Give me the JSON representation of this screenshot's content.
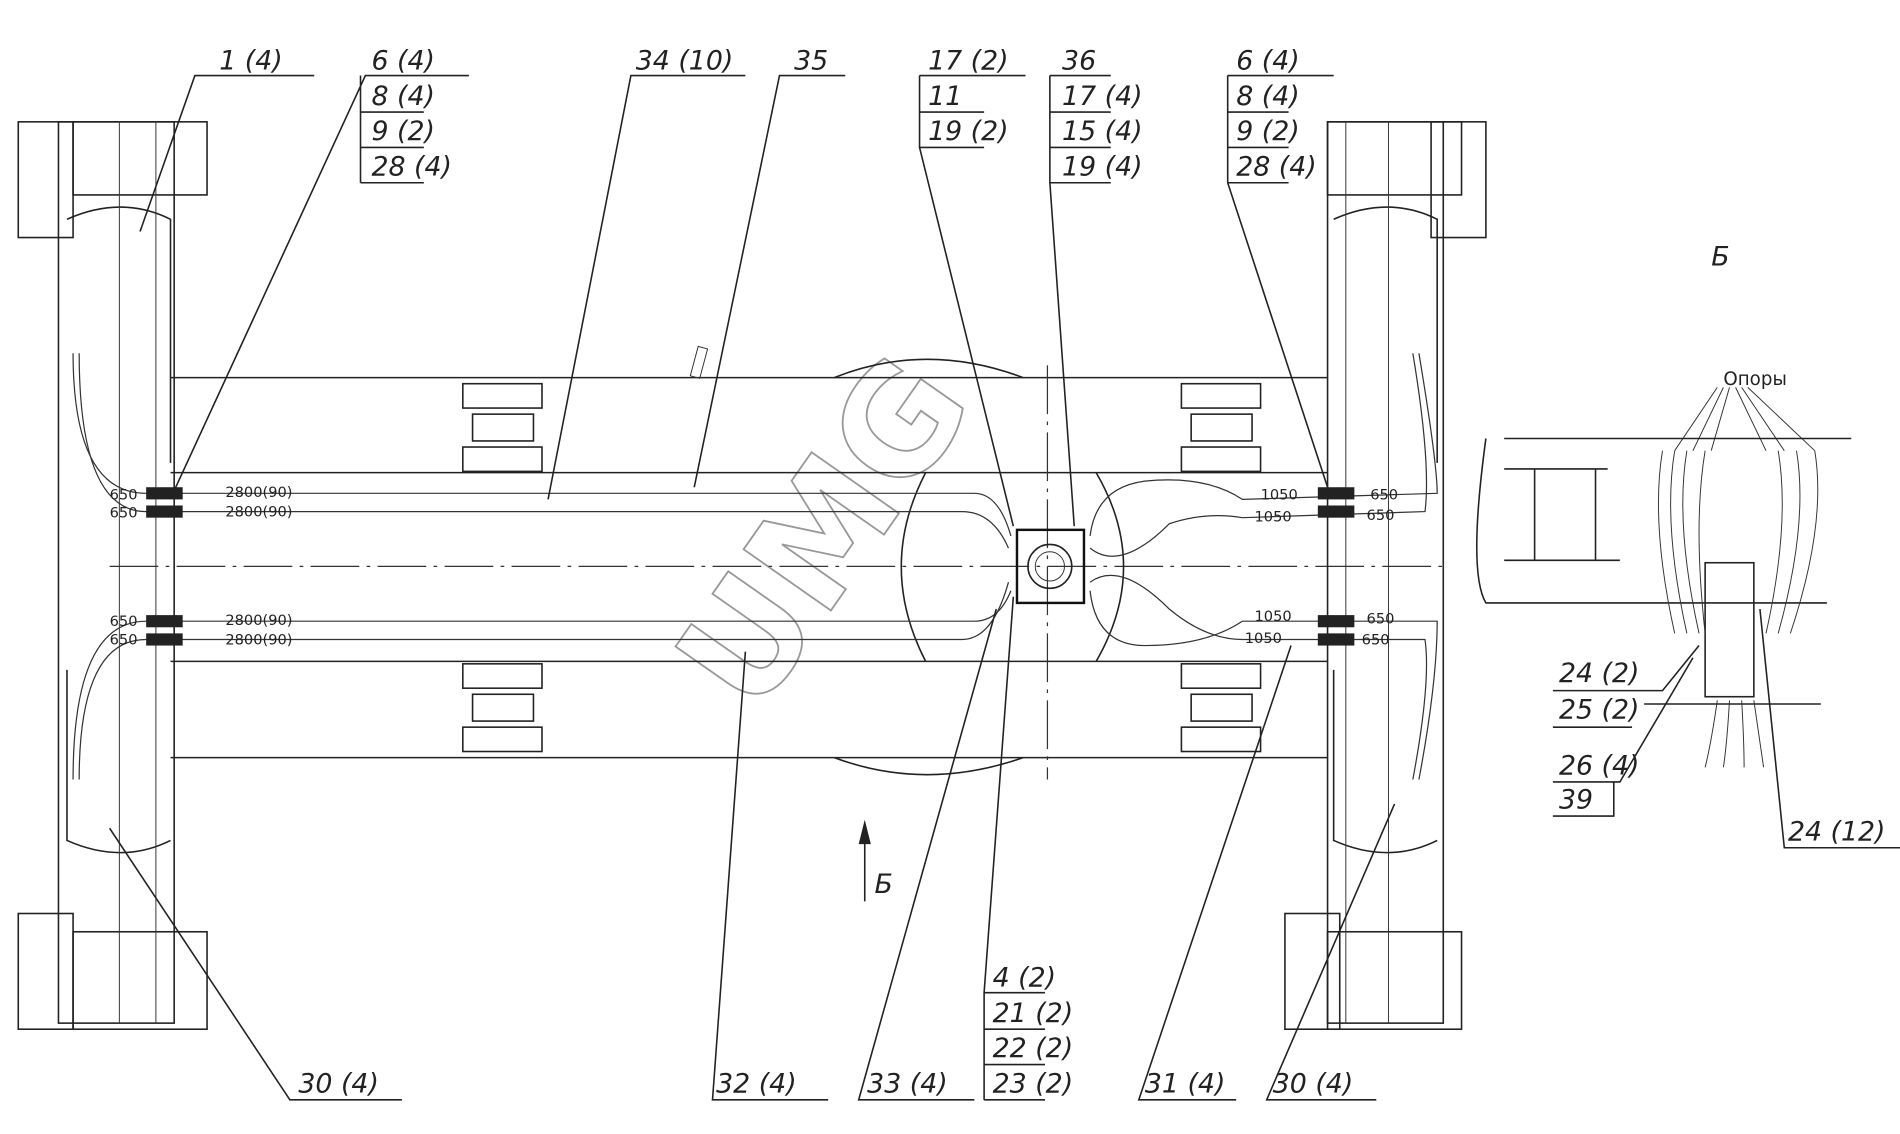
{
  "callouts": {
    "top_left_1": "1  (4)",
    "left_stack": [
      "6  (4)",
      "8  (4)",
      "9  (2)",
      "28 (4)"
    ],
    "c34": "34 (10)",
    "c35": "35",
    "mid_stack": [
      "17 (2)",
      "11",
      "19 (2)"
    ],
    "c36_stack": [
      "36",
      "17 (4)",
      "15 (4)",
      "19 (4)"
    ],
    "right_stack": [
      "6  (4)",
      "8  (4)",
      "9  (2)",
      "28 (4)"
    ],
    "bottom_stack": [
      "4  (2)",
      "21 (2)",
      "22 (2)",
      "23 (2)"
    ],
    "c30_left": "30 (4)",
    "c32": "32 (4)",
    "c33": "33 (4)",
    "c31": "31 (4)",
    "c30_right": "30 (4)"
  },
  "dimensions": {
    "left_length": "650",
    "main_length": "2800(90)",
    "right_inner": "1050",
    "right_outer": "650"
  },
  "view_marker": "Б",
  "detail": {
    "title": "Б",
    "supports_label": "Опоры",
    "c24_2": "24 (2)",
    "c25_2": "25 (2)",
    "c26_4": "26 (4)",
    "c39": "39",
    "c24_12": "24 (12)"
  },
  "watermark": "UMG"
}
